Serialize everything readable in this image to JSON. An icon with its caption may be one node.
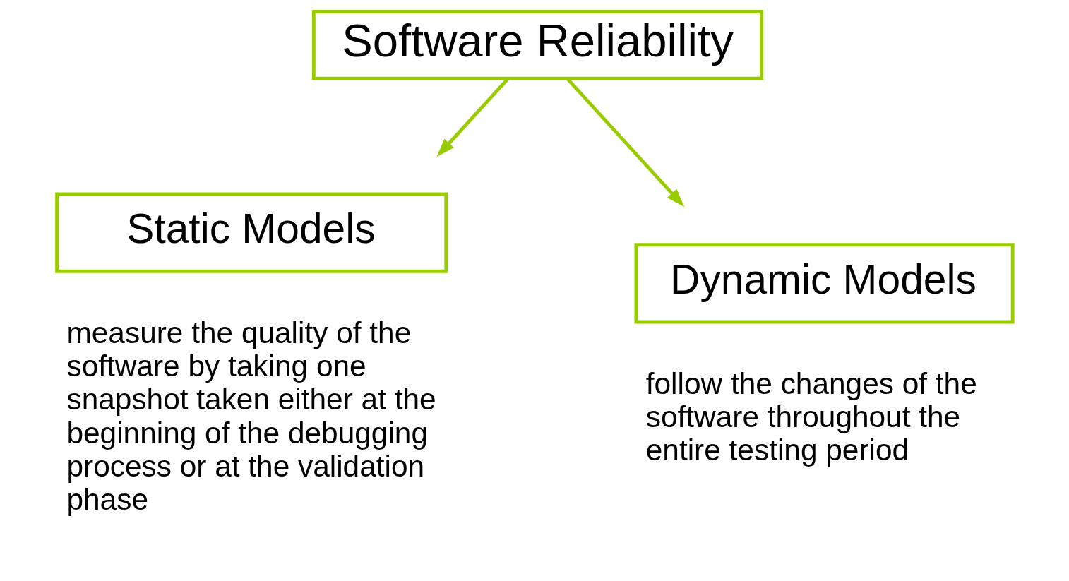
{
  "diagram": {
    "nodes": [
      {
        "text": [
          "Software Reliability"
        ]
      },
      {
        "text": [
          "Static Models"
        ],
        "beside": [
          "measure the quality of the software by taking one snapshot taken either at the beginning of the debugging process or at the validation phase"
        ]
      },
      {
        "text": [
          "Dynamic Models"
        ],
        "beside": [
          "follow the changes of the software throughout the entire testing period"
        ]
      }
    ],
    "edges": [
      {
        "from": 0,
        "to": 1,
        "arrow": "to"
      },
      {
        "from": 0,
        "to": 2,
        "arrow": "to"
      }
    ]
  }
}
